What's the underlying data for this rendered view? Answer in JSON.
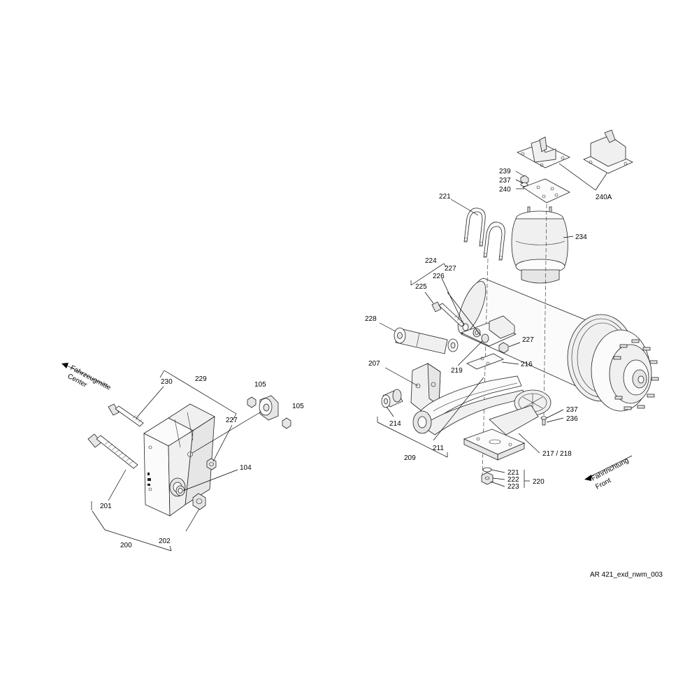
{
  "drawing": {
    "reference": "AR 421_exd_nwm_003",
    "direction_center": {
      "de": "Fahrzeugmitte",
      "en": "Center"
    },
    "direction_front": {
      "de": "Fahrtrichtung",
      "en": "Front"
    }
  },
  "labels": {
    "p200": "200",
    "p201": "201",
    "p202": "202",
    "p229": "229",
    "p230": "230",
    "p227a": "227",
    "p104": "104",
    "p105a": "105",
    "p105b": "105",
    "p239": "239",
    "p237a": "237",
    "p240": "240",
    "p240A": "240A",
    "p221a": "221",
    "p234": "234",
    "p224": "224",
    "p227b": "227",
    "p226": "226",
    "p225": "225",
    "p228": "228",
    "p227c": "227",
    "p219": "219",
    "p216": "216",
    "p207": "207",
    "p214": "214",
    "p211": "211",
    "p209": "209",
    "p237b": "237",
    "p236": "236",
    "p217": "217 / 218",
    "p221b": "221",
    "p222": "222",
    "p223": "223",
    "p220": "220"
  }
}
